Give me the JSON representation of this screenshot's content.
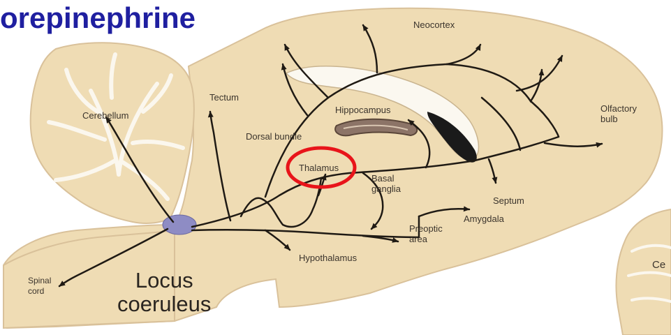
{
  "title": "orepinephrine",
  "colors": {
    "tissue": "#efdcb4",
    "tissue_edge": "#d9c19a",
    "pathway": "#1f1a14",
    "nucleus": "#8e8cc4",
    "highlight_ring": "#e8141a",
    "title_color": "#1f1fa0",
    "hippocampus": "#8c7467",
    "ventricle": "#1a1a1a"
  },
  "labels": {
    "neocortex": "Neocortex",
    "cerebellum": "Cerebellum",
    "tectum": "Tectum",
    "hippocampus": "Hippocampus",
    "olfactory": "Olfactory\nbulb",
    "dorsal_bundle": "Dorsal bundle",
    "thalamus": "Thalamus",
    "basal_ganglia": "Basal\nganglia",
    "septum": "Septum",
    "amygdala": "Amygdala",
    "preoptic": "Preoptic\narea",
    "hypothalamus": "Hypothalamus",
    "spinal": "Spinal\ncord",
    "locus": "Locus\ncoeruleus",
    "partial_right": "Ce"
  },
  "highlight": {
    "target": "Thalamus"
  }
}
